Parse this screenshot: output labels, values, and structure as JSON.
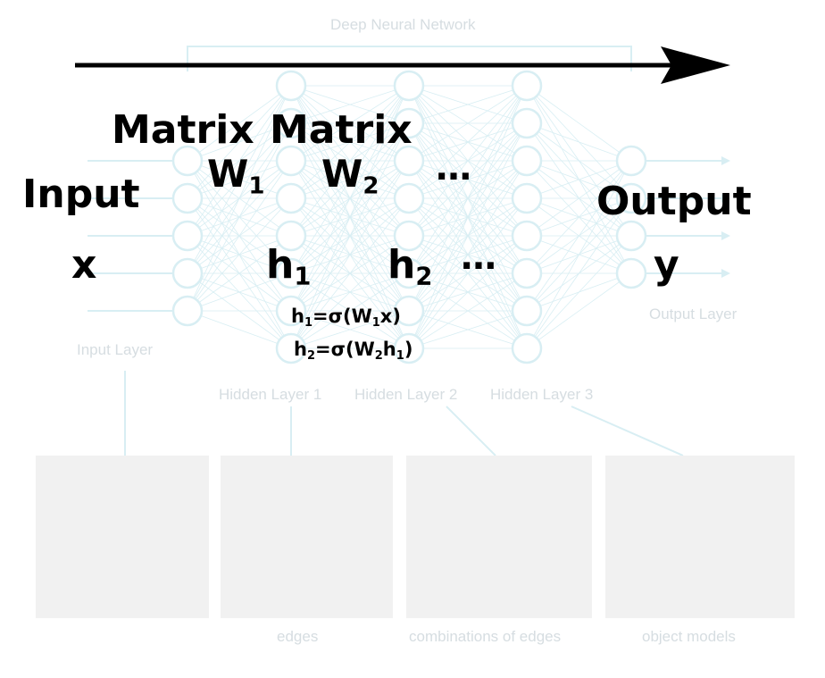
{
  "network": {
    "title": "Deep Neural Network",
    "layer_labels": [
      "Input Layer",
      "Hidden Layer 1",
      "Hidden Layer 2",
      "Hidden Layer 3",
      "Output Layer"
    ],
    "layer_sizes": [
      5,
      8,
      8,
      8,
      4
    ]
  },
  "feature_captions": [
    "edges",
    "combinations of edges",
    "object models"
  ],
  "overlay": {
    "input_label": "Input",
    "input_var": "x",
    "matrix1_word": "Matrix",
    "matrix1_sym": "W",
    "matrix1_sub": "1",
    "matrix2_word": "Matrix",
    "matrix2_sym": "W",
    "matrix2_sub": "2",
    "ellipsis": "…",
    "h1_sym": "h",
    "h1_sub": "1",
    "h2_sym": "h",
    "h2_sub": "2",
    "output_label": "Output",
    "output_var": "y",
    "eq1": {
      "a": "h",
      "a_sub": "1",
      "b": "=σ(W",
      "b_sub": "1",
      "c": "x)"
    },
    "eq2": {
      "a": "h",
      "a_sub": "2",
      "b": "=σ(W",
      "b_sub": "2",
      "c": "h",
      "c_sub": "1",
      "d": ")"
    }
  },
  "colors": {
    "faint_network": "#d8eef3",
    "overlay_text": "#000000",
    "panel": "#f1f1f1"
  }
}
